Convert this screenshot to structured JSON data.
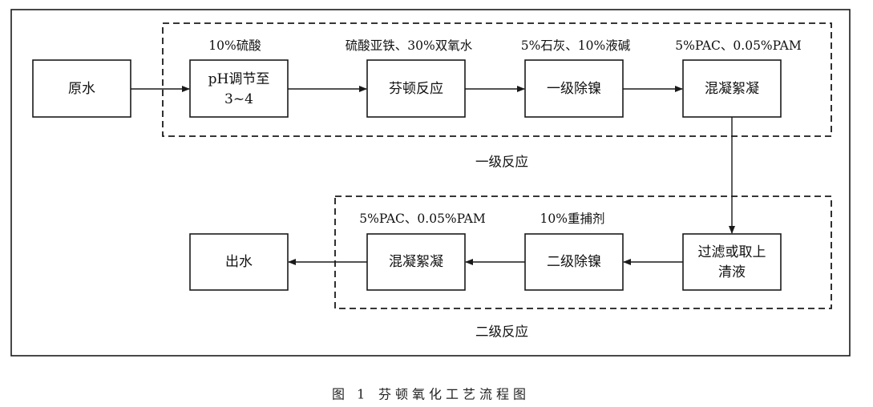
{
  "nodes": {
    "raw_water": "原水",
    "ph_adjust": [
      "pH调节至",
      "3~4"
    ],
    "fenton": "芬顿反应",
    "nickel_1": "一级除镍",
    "coag_1": "混凝絮凝",
    "filter": [
      "过滤或取上",
      "清液"
    ],
    "nickel_2": "二级除镍",
    "coag_2": "混凝絮凝",
    "effluent": "出水"
  },
  "reagents": {
    "ph_adjust": "10%硫酸",
    "fenton": "硫酸亚铁、30%双氧水",
    "nickel_1": "5%石灰、10%液碱",
    "coag_1": "5%PAC、0.05%PAM",
    "nickel_2": "10%重捕剂",
    "coag_2": "5%PAC、0.05%PAM"
  },
  "groups": {
    "stage_1": "一级反应",
    "stage_2": "二级反应"
  },
  "caption": {
    "number": "图 1",
    "title": "芬顿氧化工艺流程图"
  }
}
